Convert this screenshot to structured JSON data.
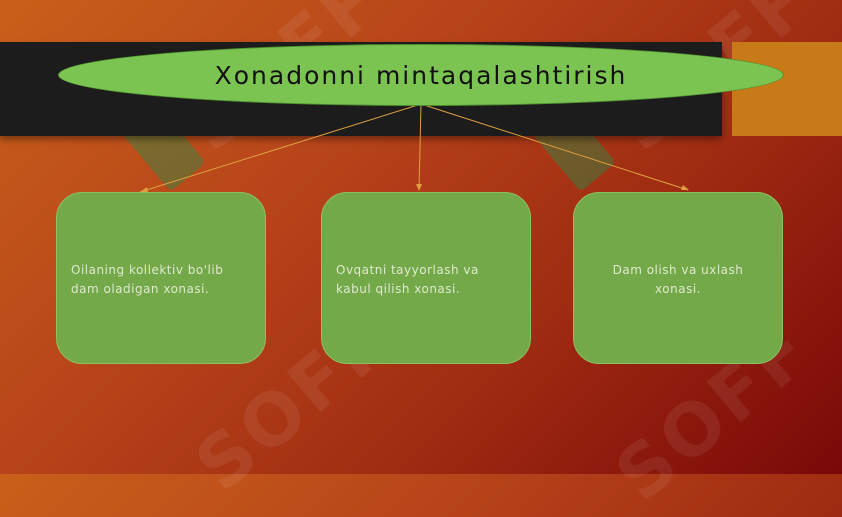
{
  "title": "Xonadonni mintaqalashtirish",
  "boxes": [
    {
      "label": "Oilaning kollektiv bo'lib dam oladigan xonasi."
    },
    {
      "label": "Ovqatni tayyorlash va kabul qilish xonasi."
    },
    {
      "label": "Dam olish va uxlash xonasi."
    }
  ],
  "watermark": "SOFF",
  "colors": {
    "banner": "#1c1c1c",
    "accent": "#c97a18",
    "title_fill": "#7cc451",
    "box_fill": "#73a948",
    "connector": "#e0a040"
  }
}
